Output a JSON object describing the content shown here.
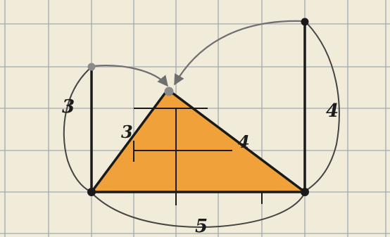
{
  "figure": {
    "paper_color": "#f1ebda",
    "grid_color": "#8f9aa8",
    "triangle_fill": "#f0a13a",
    "ink_color": "#1a1a1a",
    "arrow_color": "#6f6f6f",
    "labels": {
      "left_vertical_segment": "3",
      "triangle_left_side": "3",
      "triangle_right_side": "4",
      "right_vertical_segment": "4",
      "base": "5"
    }
  }
}
